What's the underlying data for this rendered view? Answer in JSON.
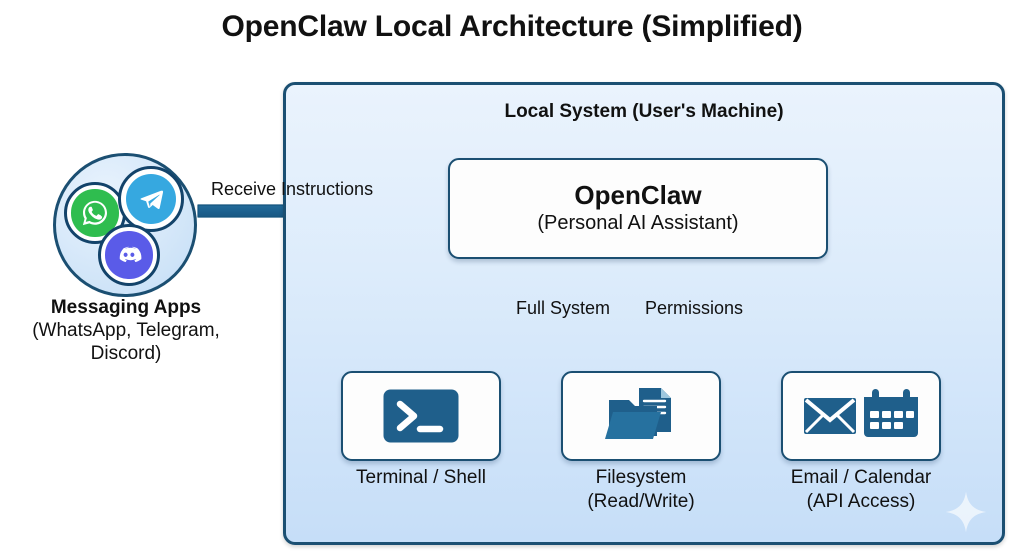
{
  "title": "OpenClaw Local Architecture (Simplified)",
  "panel": {
    "title": "Local System (User's Machine)",
    "sparkle_icon": "sparkle-icon"
  },
  "source": {
    "caption_primary": "Messaging Apps",
    "caption_secondary_line1": "(WhatsApp, Telegram,",
    "caption_secondary_line2": "Discord)",
    "apps": [
      {
        "name": "WhatsApp",
        "icon": "whatsapp-icon",
        "color": "#2fbd4f"
      },
      {
        "name": "Telegram",
        "icon": "telegram-icon",
        "color": "#36a8e0"
      },
      {
        "name": "Discord",
        "icon": "discord-icon",
        "color": "#5a5be8"
      }
    ]
  },
  "core": {
    "title": "OpenClaw",
    "subtitle": "(Personal AI Assistant)"
  },
  "edges": {
    "receive_label": "Receive Instructions",
    "permissions_label_left": "Full System",
    "permissions_label_right": "Permissions"
  },
  "capabilities": [
    {
      "icon": "terminal-icon",
      "label_line1": "Terminal / Shell",
      "label_line2": ""
    },
    {
      "icon": "folder-document-icon",
      "label_line1": "Filesystem",
      "label_line2": "(Read/Write)"
    },
    {
      "icon": "email-calendar-icon",
      "label_line1": "Email / Calendar",
      "label_line2": "(API Access)"
    }
  ],
  "colors": {
    "accent_navy": "#1b5e8c",
    "border_navy": "#1b4f72",
    "panel_fill_top": "#eaf3fd",
    "panel_fill_bottom": "#c6def8",
    "icon_fill": "#1f5f8b"
  }
}
